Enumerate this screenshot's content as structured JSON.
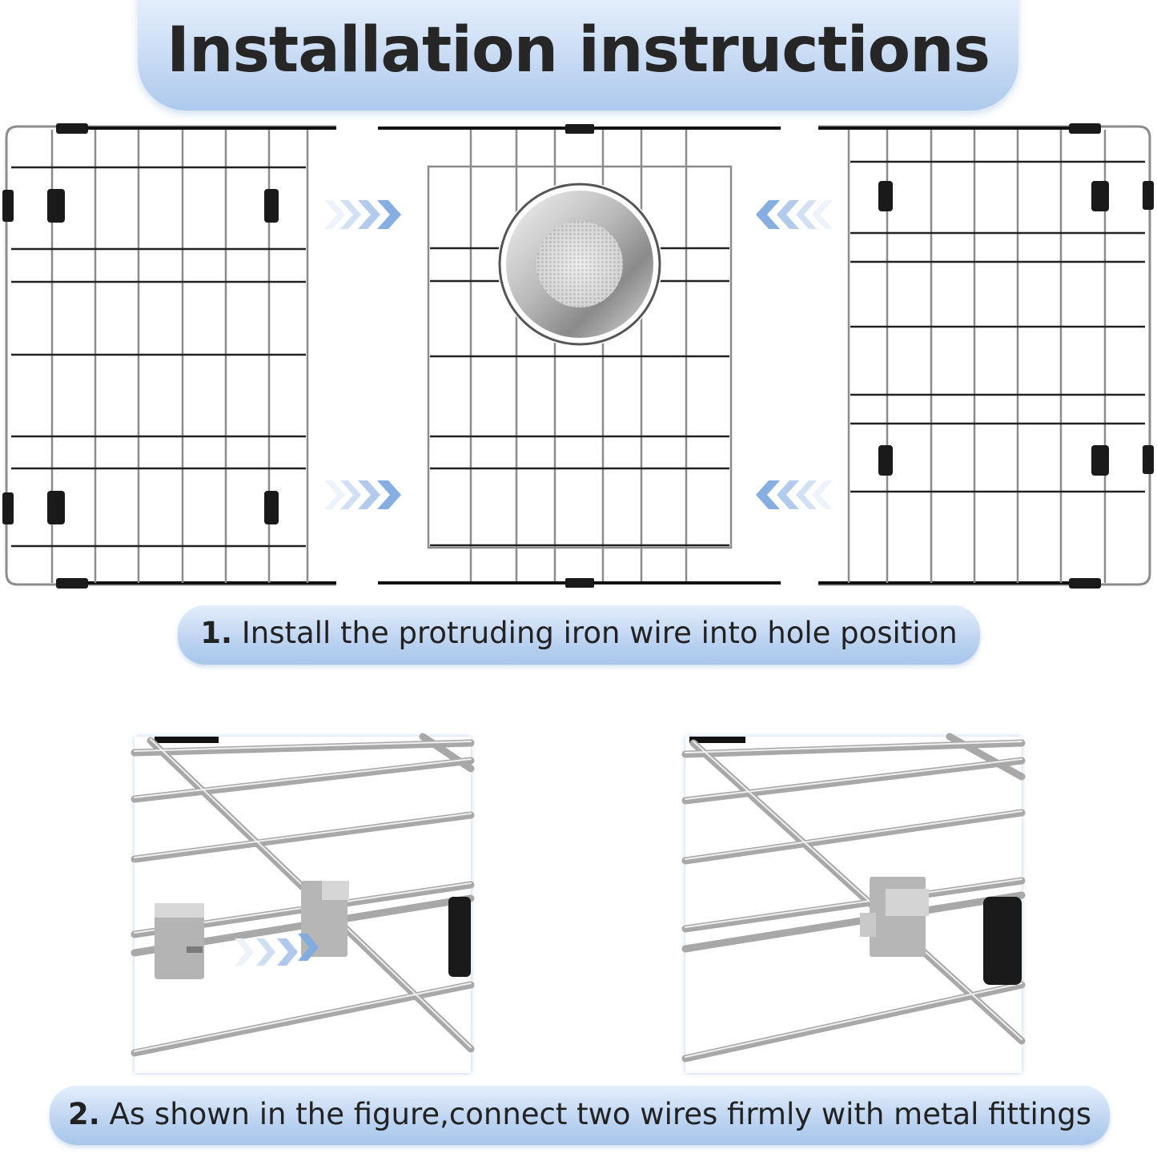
{
  "header": {
    "title": "Installation instructions"
  },
  "step1": {
    "number": "1.",
    "text": "Install the protruding iron wire into hole position",
    "figure": {
      "panels": [
        "left-sink-grid",
        "center-sink-grid-with-drain",
        "right-sink-grid"
      ],
      "arrows": [
        {
          "position": "left-top",
          "direction": "right"
        },
        {
          "position": "left-bottom",
          "direction": "right"
        },
        {
          "position": "right-top",
          "direction": "left"
        },
        {
          "position": "right-bottom",
          "direction": "left"
        }
      ]
    }
  },
  "step2": {
    "number": "2.",
    "text": "As shown in the figure,connect two wires firmly with metal fittings",
    "figure": {
      "panels": [
        "closeup-before-connection",
        "closeup-after-connection"
      ]
    }
  },
  "colors": {
    "pill_top": "#e4eefb",
    "pill_bottom": "#a9c6ec",
    "arrow": "#7fa8dc",
    "text": "#262626",
    "wire": "#9a9a9a",
    "clip": "#1a1a1a"
  }
}
